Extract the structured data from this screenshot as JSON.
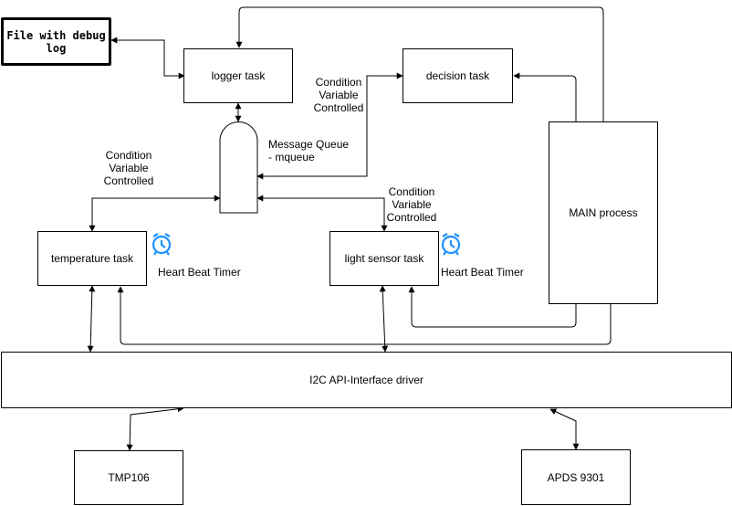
{
  "nodes": {
    "file_debug_log": "File with debug log",
    "logger_task": "logger task",
    "decision_task": "decision task",
    "temperature_task": "temperature task",
    "light_sensor_task": "light sensor task",
    "main_process": "MAIN process",
    "i2c_driver": "I2C API-Interface driver",
    "tmp106": "TMP106",
    "apds9301": "APDS 9301"
  },
  "labels": {
    "cv_top": [
      "Condition",
      "Variable",
      "Controlled"
    ],
    "cv_left": [
      "Condition",
      "Variable",
      "Controlled"
    ],
    "cv_right": [
      "Condition",
      "Variable",
      "Controlled"
    ],
    "message_queue": [
      "Message Queue",
      "- mqueue"
    ],
    "heartbeat_temp": "Heart Beat Timer",
    "heartbeat_light": "Heart Beat Timer"
  },
  "icons": {
    "timer": "alarm-clock-icon",
    "timer_color": "#1e90ff"
  }
}
